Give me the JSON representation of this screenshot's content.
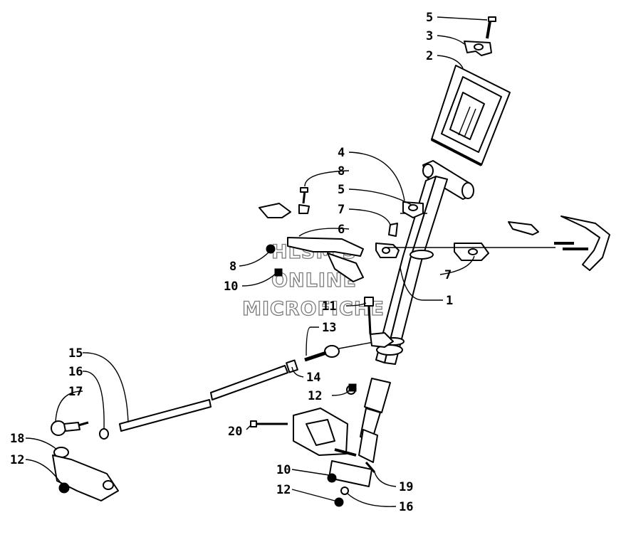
{
  "watermark": {
    "line1": "HLSM'S",
    "line2": "ONLINE",
    "line3": "MICROFICHE"
  },
  "callouts": [
    {
      "id": "c1",
      "label": "5"
    },
    {
      "id": "c2",
      "label": "3"
    },
    {
      "id": "c3",
      "label": "2"
    },
    {
      "id": "c4",
      "label": "4"
    },
    {
      "id": "c5",
      "label": "8"
    },
    {
      "id": "c6",
      "label": "5"
    },
    {
      "id": "c7",
      "label": "7"
    },
    {
      "id": "c8",
      "label": "6"
    },
    {
      "id": "c9",
      "label": "7"
    },
    {
      "id": "c10",
      "label": "1"
    },
    {
      "id": "c11",
      "label": "8"
    },
    {
      "id": "c12",
      "label": "10"
    },
    {
      "id": "c13",
      "label": "11"
    },
    {
      "id": "c14",
      "label": "13"
    },
    {
      "id": "c15",
      "label": "14"
    },
    {
      "id": "c16",
      "label": "12"
    },
    {
      "id": "c17",
      "label": "15"
    },
    {
      "id": "c18",
      "label": "16"
    },
    {
      "id": "c19",
      "label": "17"
    },
    {
      "id": "c20",
      "label": "18"
    },
    {
      "id": "c21",
      "label": "12"
    },
    {
      "id": "c22",
      "label": "20"
    },
    {
      "id": "c23",
      "label": "10"
    },
    {
      "id": "c24",
      "label": "12"
    },
    {
      "id": "c25",
      "label": "19"
    },
    {
      "id": "c26",
      "label": "16"
    }
  ]
}
